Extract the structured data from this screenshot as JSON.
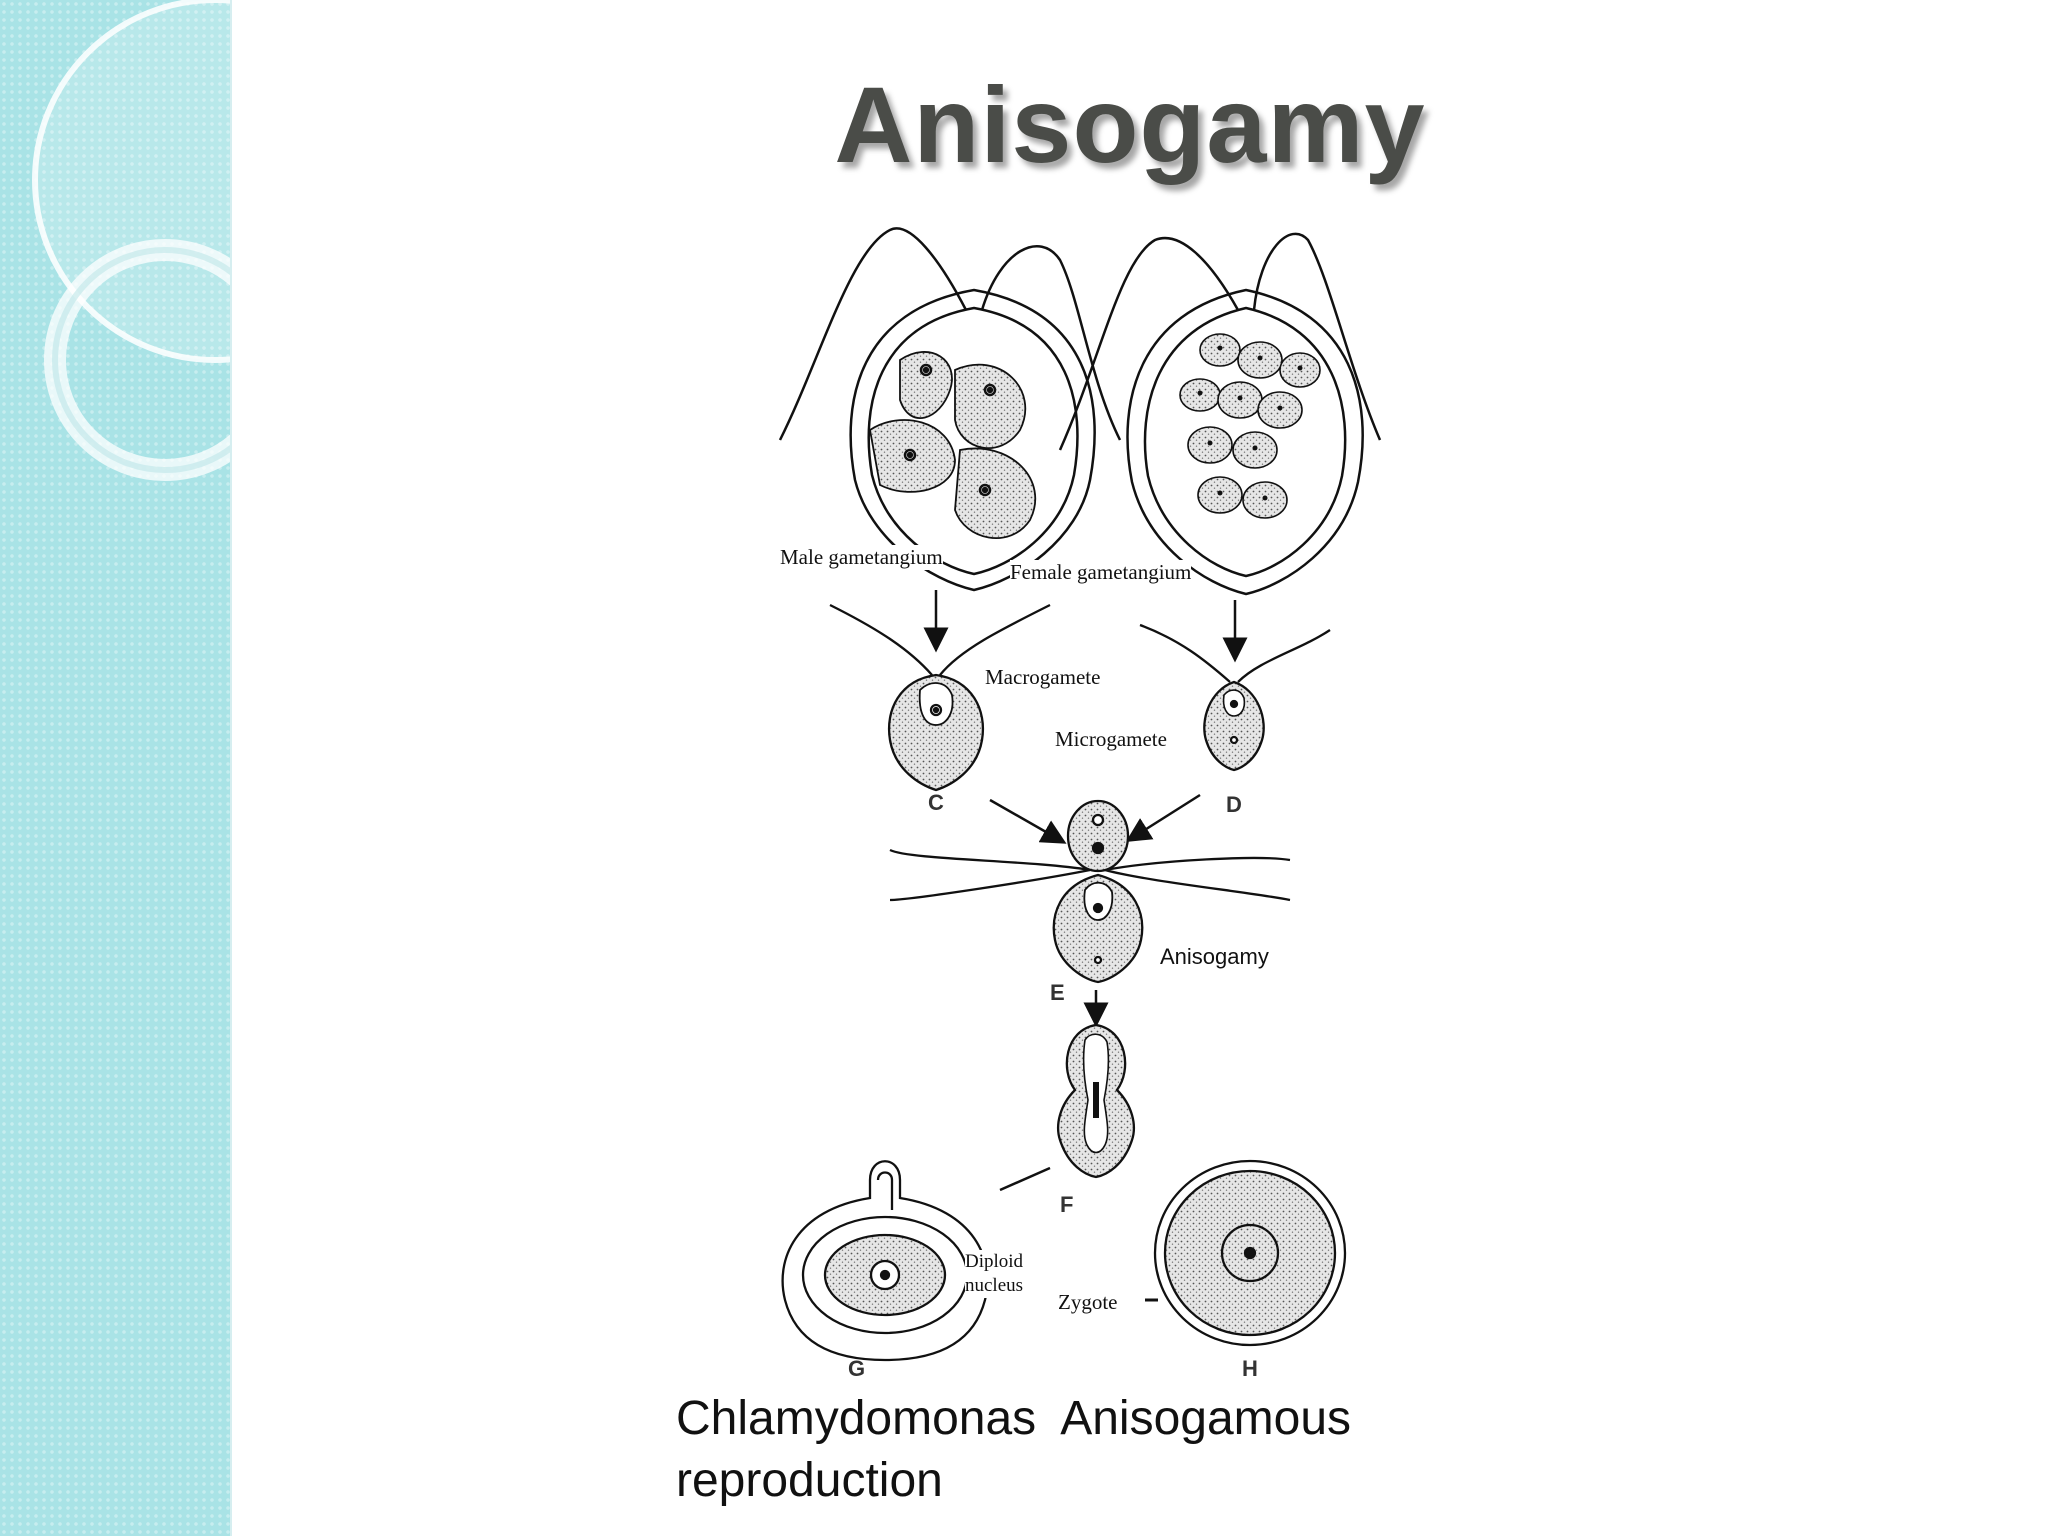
{
  "slide": {
    "title": "Anisogamy",
    "caption_line1": "Chlamydomonas  Anisogamous",
    "caption_line2": "reproduction"
  },
  "diagram": {
    "labels": {
      "male_gametangium": "Male gametangium",
      "female_gametangium": "Female gametangium",
      "macrogamete": "Macrogamete",
      "microgamete": "Microgamete",
      "anisogamy": "Anisogamy",
      "diploid": "Diploid",
      "nucleus": "nucleus",
      "zygote": "Zygote"
    },
    "stage_letters": [
      "C",
      "D",
      "E",
      "F",
      "G",
      "H"
    ]
  },
  "colors": {
    "sidebar": "#a9e3e6",
    "title": "#4a4c48",
    "stipple": "#d0d0d0"
  }
}
